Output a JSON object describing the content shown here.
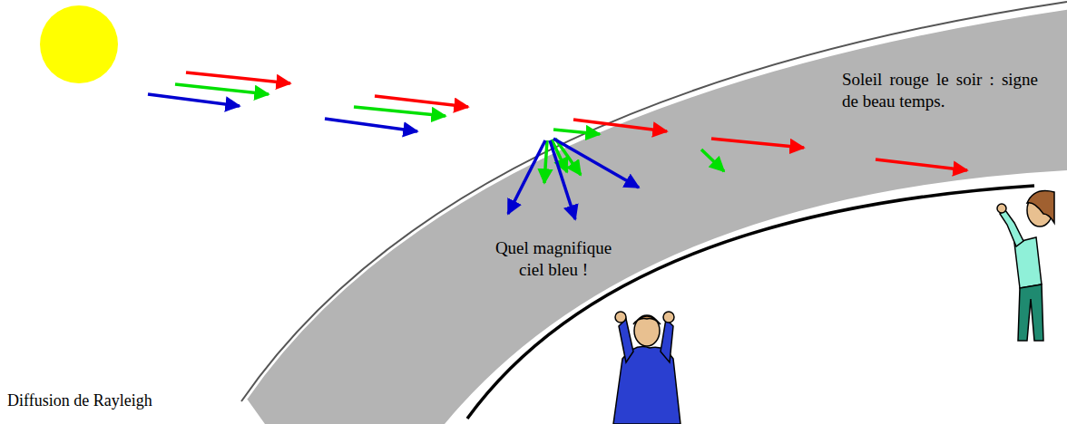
{
  "diagram": {
    "caption": "Diffusion de Rayleigh",
    "labels": [
      "Soleil rouge le soir : signe de beau temps.",
      "Quel magnifique ciel bleu !"
    ]
  }
}
